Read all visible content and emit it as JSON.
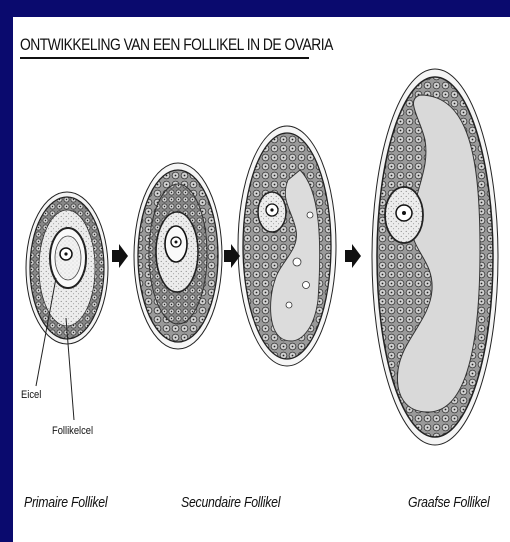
{
  "title": "ONTWIKKELING VAN EEN FOLLIKEL IN DE OVARIA",
  "captions": {
    "primary": "Primaire Follikel",
    "secondary": "Secundaire Follikel",
    "graafian": "Graafse Follikel"
  },
  "labels": {
    "egg_cell": "Eicel",
    "follicle_cell": "Follikelcel"
  },
  "colors": {
    "slide_background": "#0a0a6e",
    "panel": "#ffffff",
    "ink": "#111111",
    "stipple": "#bfbfbf",
    "antrum": "#d9d9d9"
  },
  "icons": [
    "arrow-right-icon",
    "arrow-right-icon",
    "arrow-right-icon"
  ]
}
